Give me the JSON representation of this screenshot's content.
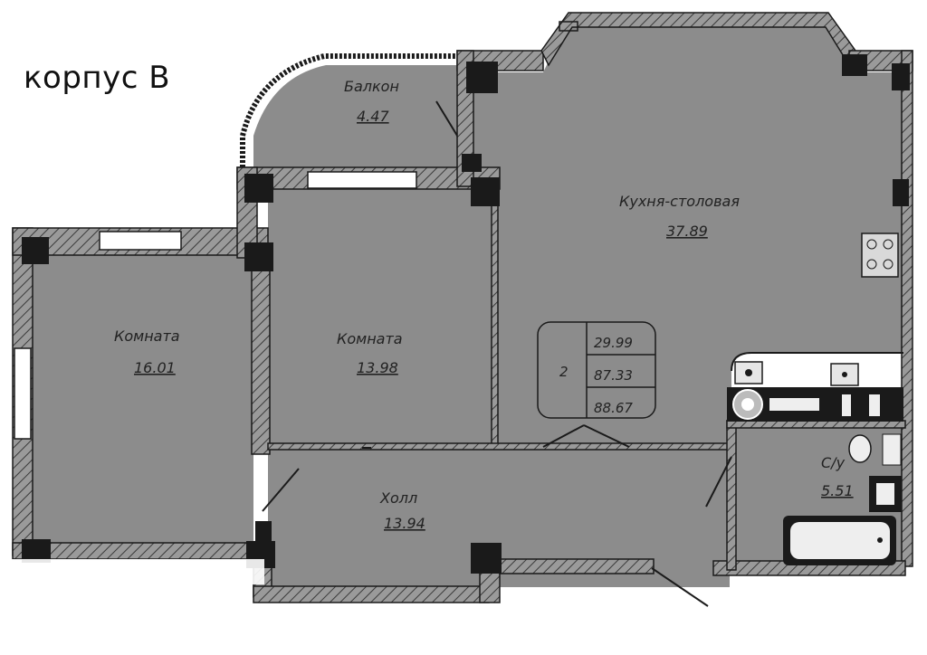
{
  "building_label": "корпус В",
  "rooms": {
    "balcony": {
      "name": "Балкон",
      "area": "4.47"
    },
    "kitchen": {
      "name": "Кухня-столовая",
      "area": "37.89"
    },
    "room1": {
      "name": "Комната",
      "area": "16.01"
    },
    "room2": {
      "name": "Комната",
      "area": "13.98"
    },
    "hall": {
      "name": "Холл",
      "area": "13.94"
    },
    "bathroom": {
      "name": "С/у",
      "area": "5.51"
    }
  },
  "apartment_info": {
    "rooms_count": "2",
    "living_area": "29.99",
    "total_area": "87.33",
    "total_area_with_balcony": "88.67"
  },
  "colors": {
    "floor": "#8c8c8c",
    "wall": "#7a7a7a",
    "wall_outline": "#1a1a1a",
    "window": "#ffffff"
  }
}
